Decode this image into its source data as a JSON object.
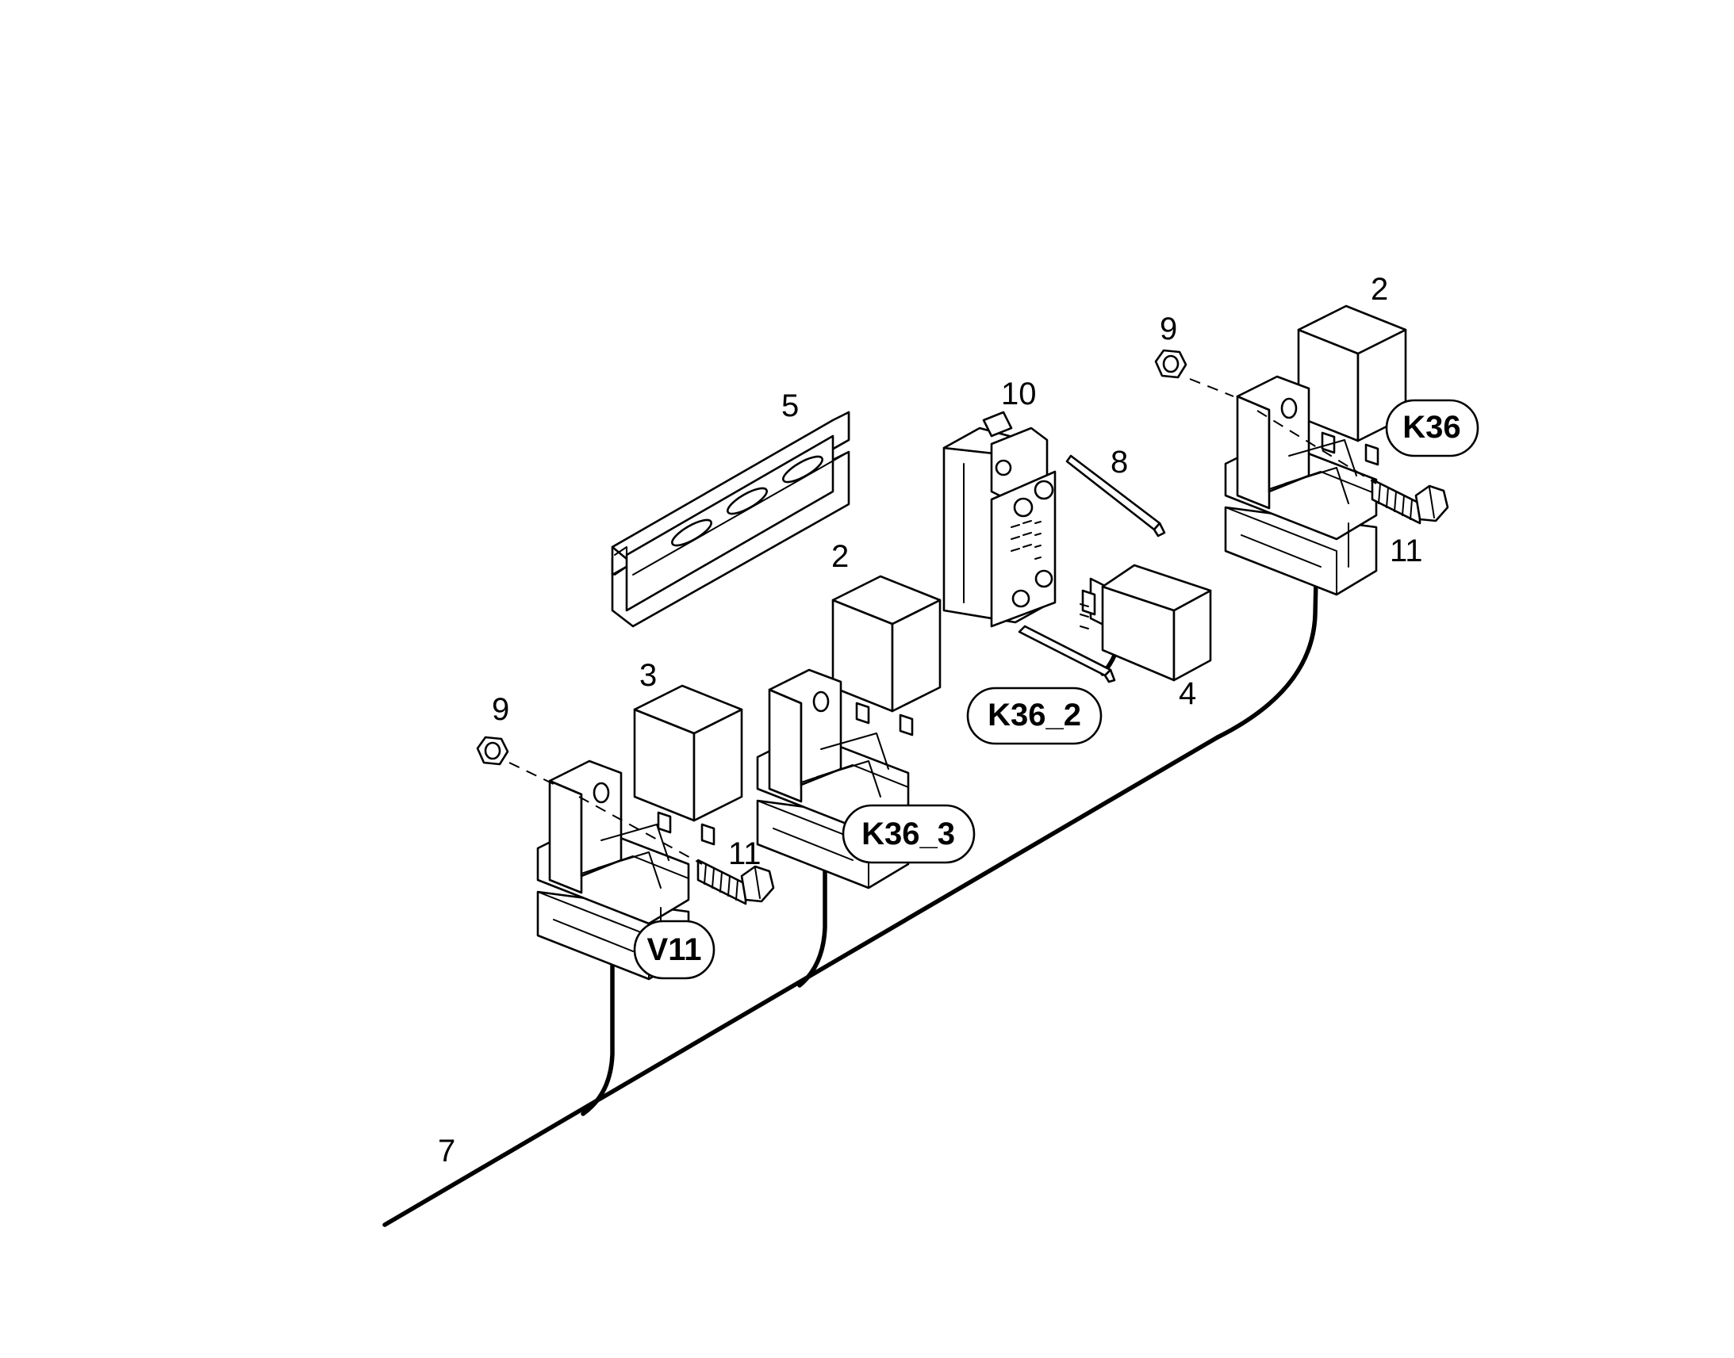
{
  "callouts": {
    "relay_top_right": "2",
    "nut_top_right": "9",
    "socket": "10",
    "din_rail": "5",
    "clip": "8",
    "relay_mid": "2",
    "bolt_right": "11",
    "relay_left": "3",
    "nut_left": "9",
    "bolt_left": "11",
    "relay_large": "4",
    "harness": "7"
  },
  "references": {
    "k36": "K36",
    "k36_2": "K36_2",
    "k36_3": "K36_3",
    "v11": "V11"
  }
}
